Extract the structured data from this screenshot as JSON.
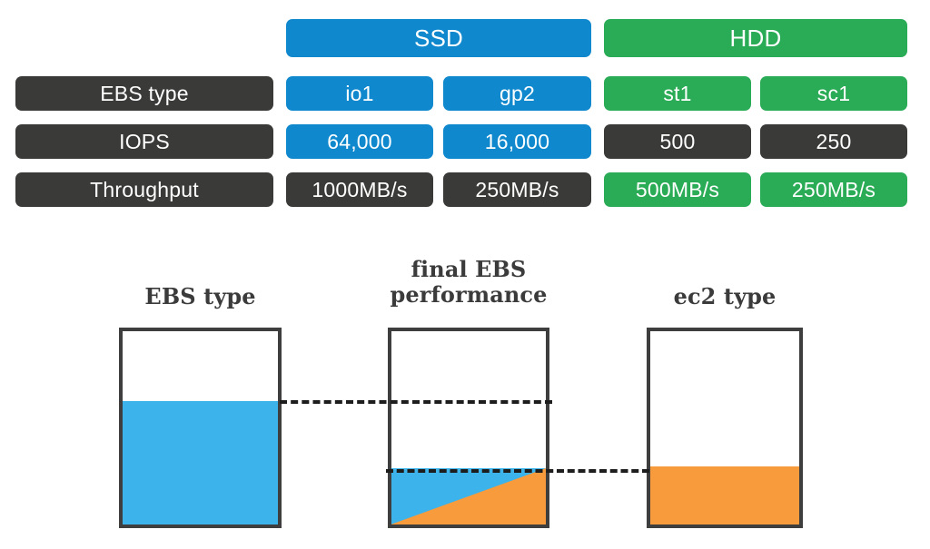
{
  "table": {
    "group_headers": [
      {
        "label": "SSD",
        "color": "#0f88cd"
      },
      {
        "label": "HDD",
        "color": "#2aab56"
      }
    ],
    "row_labels": [
      "EBS type",
      "IOPS",
      "Throughput"
    ],
    "rows": [
      {
        "label": "EBS type",
        "cells": [
          {
            "value": "io1",
            "style": "blue"
          },
          {
            "value": "gp2",
            "style": "blue"
          },
          {
            "value": "st1",
            "style": "green"
          },
          {
            "value": "sc1",
            "style": "green"
          }
        ]
      },
      {
        "label": "IOPS",
        "cells": [
          {
            "value": "64,000",
            "style": "blue"
          },
          {
            "value": "16,000",
            "style": "blue"
          },
          {
            "value": "500",
            "style": "dark"
          },
          {
            "value": "250",
            "style": "dark"
          }
        ]
      },
      {
        "label": "Throughput",
        "cells": [
          {
            "value": "1000MB/s",
            "style": "dark"
          },
          {
            "value": "250MB/s",
            "style": "dark"
          },
          {
            "value": "500MB/s",
            "style": "green"
          },
          {
            "value": "250MB/s",
            "style": "green"
          }
        ]
      }
    ]
  },
  "diagram": {
    "tanks": [
      {
        "title": "EBS type",
        "fill_percent": 64,
        "fill_kind": "solid-lightblue"
      },
      {
        "title_line1": "final EBS",
        "title_line2": "performance",
        "fill_percent": 29,
        "fill_kind": "diagonal-blue-orange"
      },
      {
        "title": "ec2 type",
        "fill_percent": 30,
        "fill_kind": "solid-orange"
      }
    ],
    "connectors": [
      {
        "from": "ebs-type-fill-level",
        "to": "final-ebs-upper-level"
      },
      {
        "from": "final-ebs-fill-level",
        "to": "ec2-type-fill-level"
      }
    ]
  },
  "colors": {
    "ssd_blue": "#0f88cd",
    "hdd_green": "#2aab56",
    "neutral_dark": "#3a3a38",
    "tank_blue": "#3cb3ea",
    "tank_orange": "#f89b3c",
    "outline": "#3e3e3e"
  }
}
